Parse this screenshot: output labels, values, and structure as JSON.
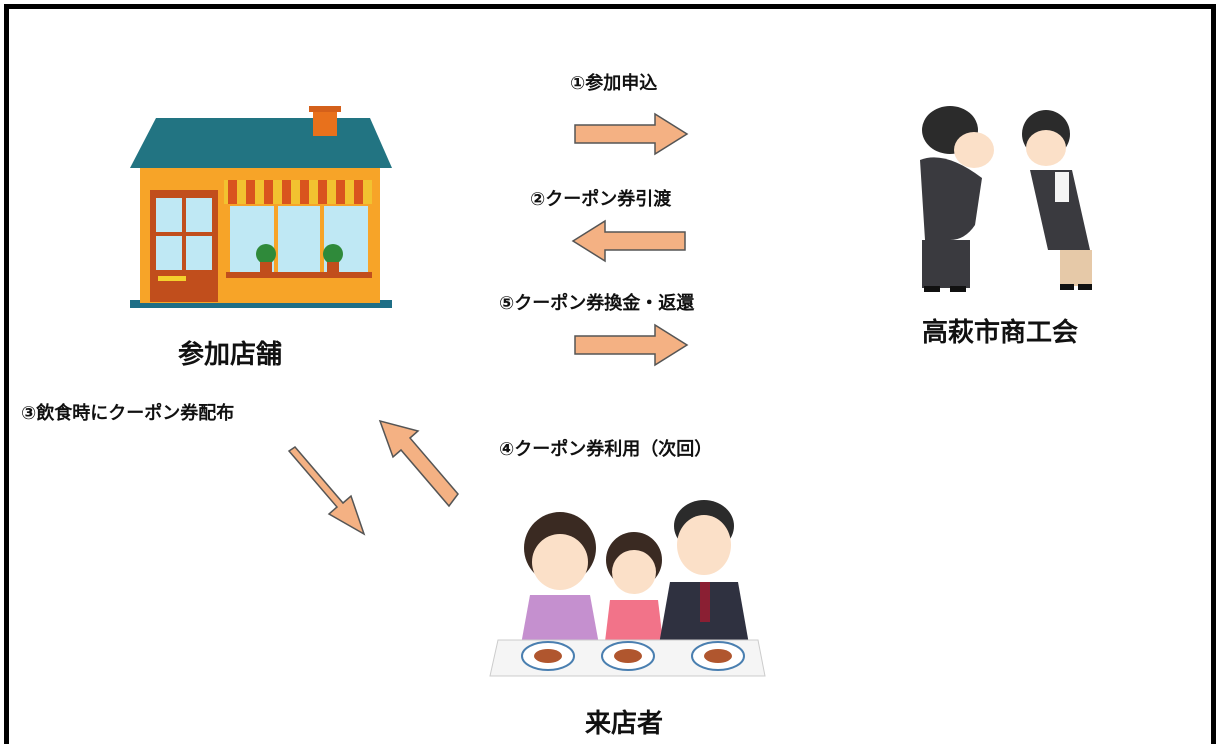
{
  "nodes": {
    "shop": {
      "label": "参加店舗"
    },
    "chamber": {
      "label": "高萩市商工会"
    },
    "customers": {
      "label": "来店者"
    }
  },
  "flows": {
    "apply": {
      "label": "①参加申込"
    },
    "hand": {
      "label": "②クーポン券引渡"
    },
    "distribute": {
      "label": "③飲食時にクーポン券配布"
    },
    "use": {
      "label": "④クーポン券利用（次回）"
    },
    "redeem": {
      "label": "⑤クーポン券換金・返還"
    }
  },
  "colors": {
    "arrow_fill": "#f4b183",
    "arrow_stroke": "#555555",
    "frame": "#000000"
  }
}
